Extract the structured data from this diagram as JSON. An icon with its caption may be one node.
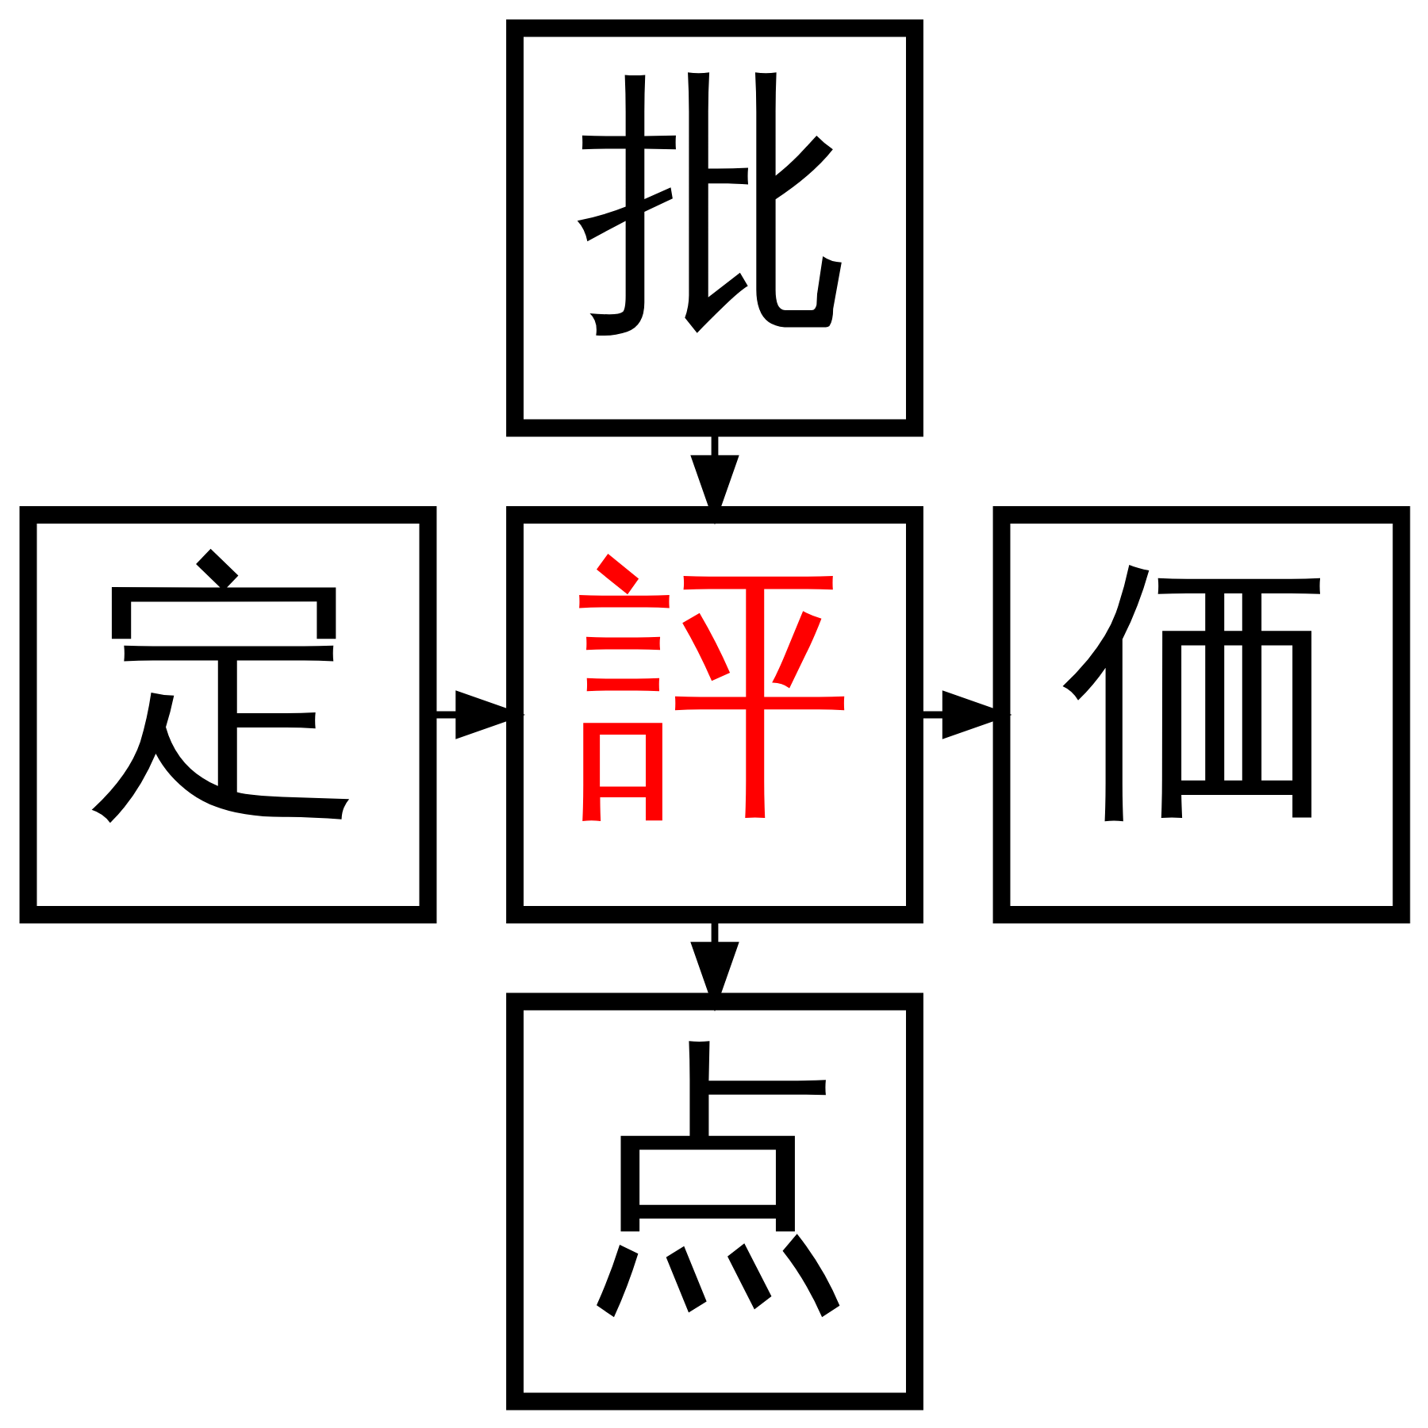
{
  "diagram": {
    "nodes": [
      {
        "text": [
          "批"
        ]
      },
      {
        "text": [
          "定"
        ]
      },
      {
        "text": [
          "評"
        ]
      },
      {
        "text": [
          "価"
        ]
      },
      {
        "text": [
          "点"
        ]
      }
    ],
    "edges": [
      {
        "from": 0,
        "to": 2,
        "arrow": "to"
      },
      {
        "from": 1,
        "to": 2,
        "arrow": "to"
      },
      {
        "from": 2,
        "to": 3,
        "arrow": "to"
      },
      {
        "from": 2,
        "to": 4,
        "arrow": "to"
      }
    ]
  }
}
